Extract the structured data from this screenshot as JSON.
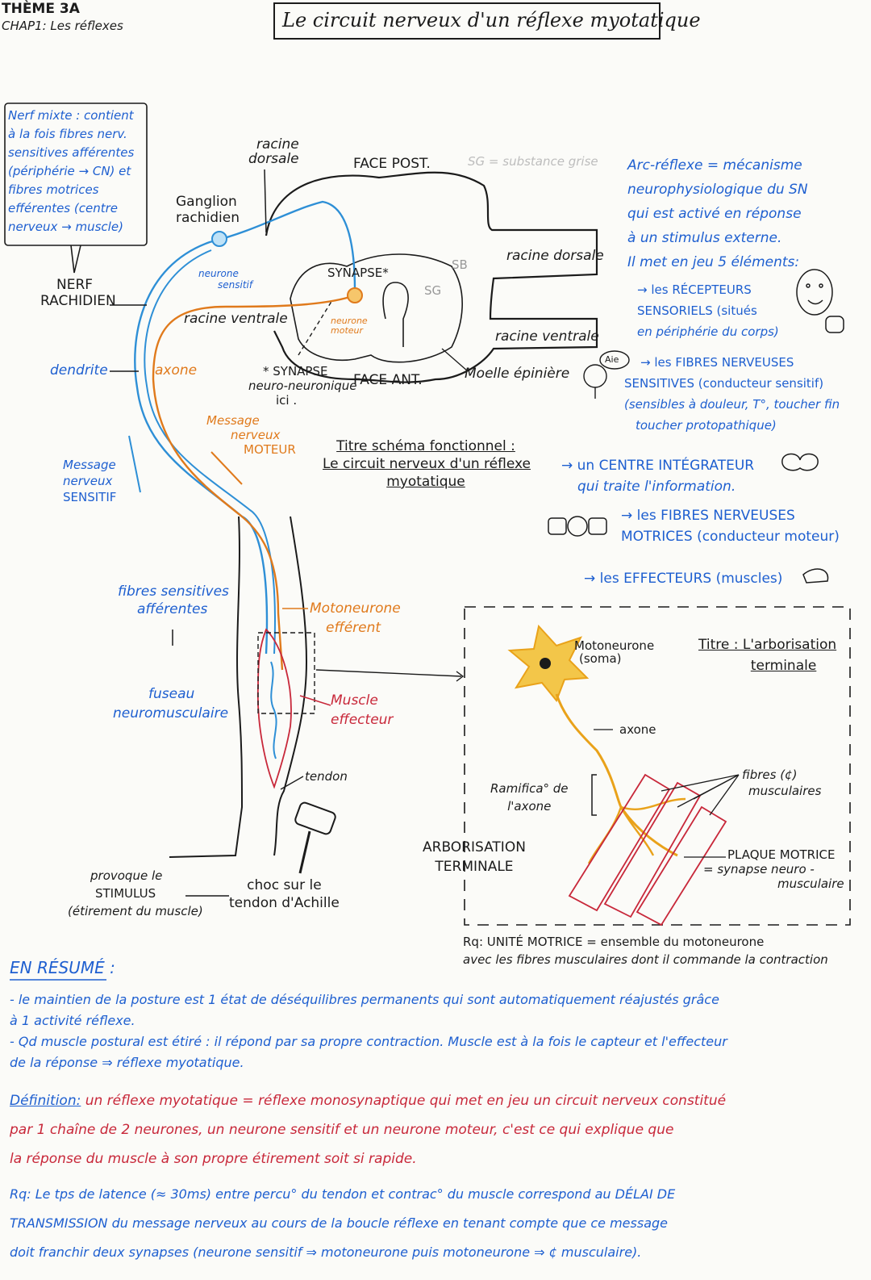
{
  "header": {
    "theme": "THÈME 3A",
    "chapter": "CHAP1: Les réflexes",
    "title": "Le circuit nerveux d'un réflexe myotatique"
  },
  "nerf_mixte": [
    "Nerf mixte : contient",
    "à la fois fibres nerv.",
    "sensitives afférentes",
    "(périphérie → CN) et",
    "fibres motrices",
    "efférentes (centre",
    "nerveux → muscle)"
  ],
  "diagram": {
    "nerf_rachidien": [
      "NERF",
      "RACHIDIEN"
    ],
    "ganglion": [
      "Ganglion",
      "rachidien"
    ],
    "racine_dorsale_top": [
      "racine",
      "dorsale"
    ],
    "face_post": "FACE POST.",
    "sg_note": "SG = substance grise",
    "neurone_sensitif": [
      "neurone",
      "sensitif"
    ],
    "synapse_top": "SYNAPSE*",
    "sb": "SB",
    "sg": "SG",
    "racine_dorsale_right": "racine dorsale",
    "racine_ventrale_left": "racine ventrale",
    "neurone_moteur": [
      "neurone",
      "moteur"
    ],
    "racine_ventrale_right": "racine ventrale",
    "moelle": "Moelle épinière",
    "synapse_bottom": "* SYNAPSE",
    "synapse_nm": "neuro-neuronique",
    "ici": "ici .",
    "face_ant": "FACE ANT.",
    "dendrite": "dendrite",
    "axone": "axone",
    "message_moteur": [
      "Message",
      "nerveux",
      "MOTEUR"
    ],
    "message_sensitif": [
      "Message",
      "nerveux",
      "SENSITIF"
    ],
    "schema_title": [
      "Titre schéma fonctionnel :",
      "Le circuit nerveux d'un réflexe",
      "myotatique"
    ],
    "fibres_sensitives": [
      "fibres sensitives",
      "afférentes"
    ],
    "motoneurone": [
      "Motoneurone",
      "efférent"
    ],
    "fuseau": [
      "fuseau",
      "neuromusculaire"
    ],
    "muscle": [
      "Muscle",
      "effecteur"
    ],
    "tendon": "tendon",
    "stimulus": [
      "provoque le",
      "STIMULUS",
      "(étirement du muscle)"
    ],
    "choc": [
      "choc sur le",
      "tendon d'Achille"
    ]
  },
  "arc_reflexe": {
    "intro": [
      "Arc-réflexe = mécanisme",
      "neurophysiologique du SN",
      "qui est activé en réponse",
      "à un stimulus externe.",
      "Il met en jeu 5 éléments:"
    ],
    "recepteurs": [
      "→ les RÉCEPTEURS",
      "SENSORIELS (situés",
      "en périphérie du corps)"
    ],
    "aie": "Aie",
    "fibres_sensitives": [
      "→ les FIBRES NERVEUSES",
      "SENSITIVES (conducteur sensitif)",
      "(sensibles à douleur, T°, toucher fin",
      "toucher protopathique)"
    ],
    "centre": [
      "→ un CENTRE INTÉGRATEUR",
      "qui traite l'information."
    ],
    "fibres_motrices": [
      "→ les FIBRES NERVEUSES",
      "MOTRICES (conducteur moteur)"
    ],
    "effecteurs": "→ les EFFECTEURS (muscles)"
  },
  "arborisation": {
    "title": [
      "Titre : L'arborisation",
      "terminale"
    ],
    "motoneurone": [
      "Motoneurone",
      "(soma)"
    ],
    "axone": "axone",
    "ramification": [
      "Ramifica° de",
      "l'axone"
    ],
    "fibres": [
      "fibres (¢)",
      "musculaires"
    ],
    "label": [
      "ARBORISATION",
      "TERMINALE"
    ],
    "plaque": [
      "PLAQUE MOTRICE",
      "= synapse neuro -",
      "musculaire"
    ],
    "rq": [
      "Rq: UNITÉ MOTRICE = ensemble du motoneurone",
      "avec les fibres musculaires dont il commande la contraction"
    ]
  },
  "resume": {
    "heading": "EN RÉSUMÉ :",
    "lines": [
      "- le maintien de la posture est 1 état de déséquilibres permanents qui sont automatiquement réajustés grâce",
      "à 1 activité réflexe.",
      "- Qd muscle postural est étiré : il répond par sa propre contraction. Muscle est à la fois le capteur et l'effecteur",
      "de la réponse ⇒ réflexe myotatique."
    ],
    "definition_label": "Définition:",
    "definition": [
      "un réflexe myotatique = réflexe monosynaptique qui met en jeu un circuit nerveux constitué",
      "par 1 chaîne de 2 neurones, un neurone sensitif et un neurone moteur, c'est ce qui explique que",
      "la réponse du muscle à son propre étirement soit si rapide."
    ],
    "rq": [
      "Rq: Le tps de latence (≈ 30ms) entre percu° du tendon et contrac° du muscle correspond au DÉLAI DE",
      "TRANSMISSION du message nerveux au cours de la boucle réflexe en tenant compte que ce message",
      "doit franchir deux synapses (neurone sensitif ⇒ motoneurone puis motoneurone ⇒ ¢ musculaire)."
    ]
  },
  "colors": {
    "ink": "#1b1b1b",
    "blue": "#1e5fd0",
    "orange": "#e07a1c",
    "red": "#c8283a",
    "yellow": "#f1b92a",
    "paper": "#fbfbf8"
  }
}
